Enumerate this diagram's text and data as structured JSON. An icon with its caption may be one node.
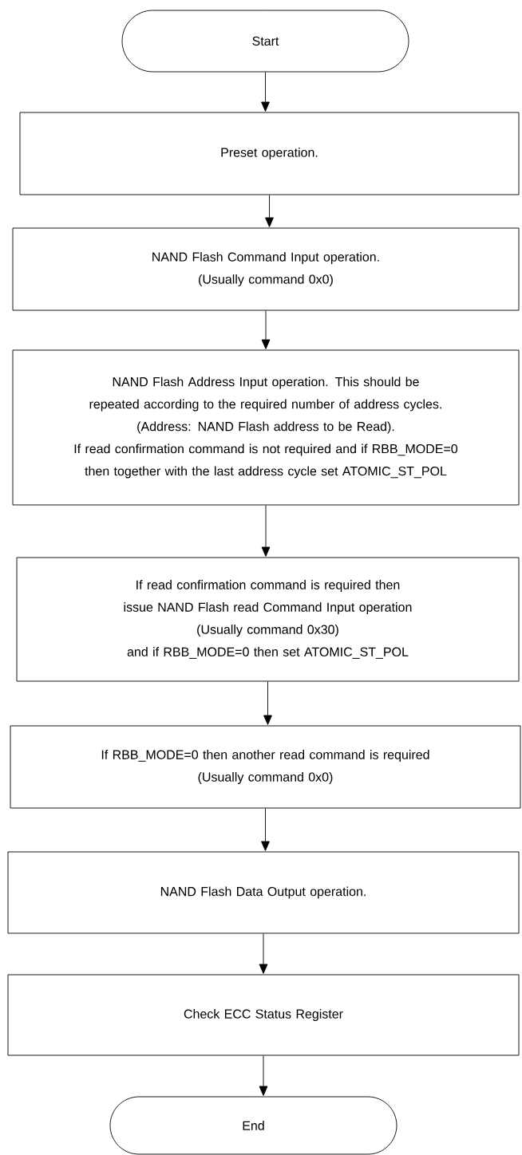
{
  "diagram": {
    "nodes": [
      {
        "text": [
          "Start"
        ]
      },
      {
        "text": [
          "Preset operation."
        ]
      },
      {
        "text": [
          "NAND Flash Command Input operation.",
          "(Usually command 0x0)"
        ]
      },
      {
        "text": [
          "NAND Flash Address Input operation. This should be repeated according to the required number of address cycles.",
          "(Address: NAND Flash address to be Read).",
          "If read confirmation command is not required and if RBB_MODE=0 then together with the last address cycle set ATOMIC_ST_POL"
        ]
      },
      {
        "text": [
          "If read confirmation command is required then issue NAND Flash read Command Input operation",
          "(Usually command 0x30)",
          "and if RBB_MODE=0 then set ATOMIC_ST_POL"
        ]
      },
      {
        "text": [
          "If RBB_MODE=0 then another read command is required",
          "(Usually command 0x0)"
        ]
      },
      {
        "text": [
          "NAND Flash Data Output operation."
        ]
      },
      {
        "text": [
          "Check ECC Status Register"
        ]
      },
      {
        "text": [
          "End"
        ]
      }
    ],
    "edges": [
      {
        "from": 0,
        "to": 1,
        "arrow": "to"
      },
      {
        "from": 1,
        "to": 2,
        "arrow": "to"
      },
      {
        "from": 2,
        "to": 3,
        "arrow": "to"
      },
      {
        "from": 3,
        "to": 4,
        "arrow": "to"
      },
      {
        "from": 4,
        "to": 5,
        "arrow": "to"
      },
      {
        "from": 5,
        "to": 6,
        "arrow": "to"
      },
      {
        "from": 6,
        "to": 7,
        "arrow": "to"
      },
      {
        "from": 7,
        "to": 8,
        "arrow": "to"
      }
    ]
  }
}
